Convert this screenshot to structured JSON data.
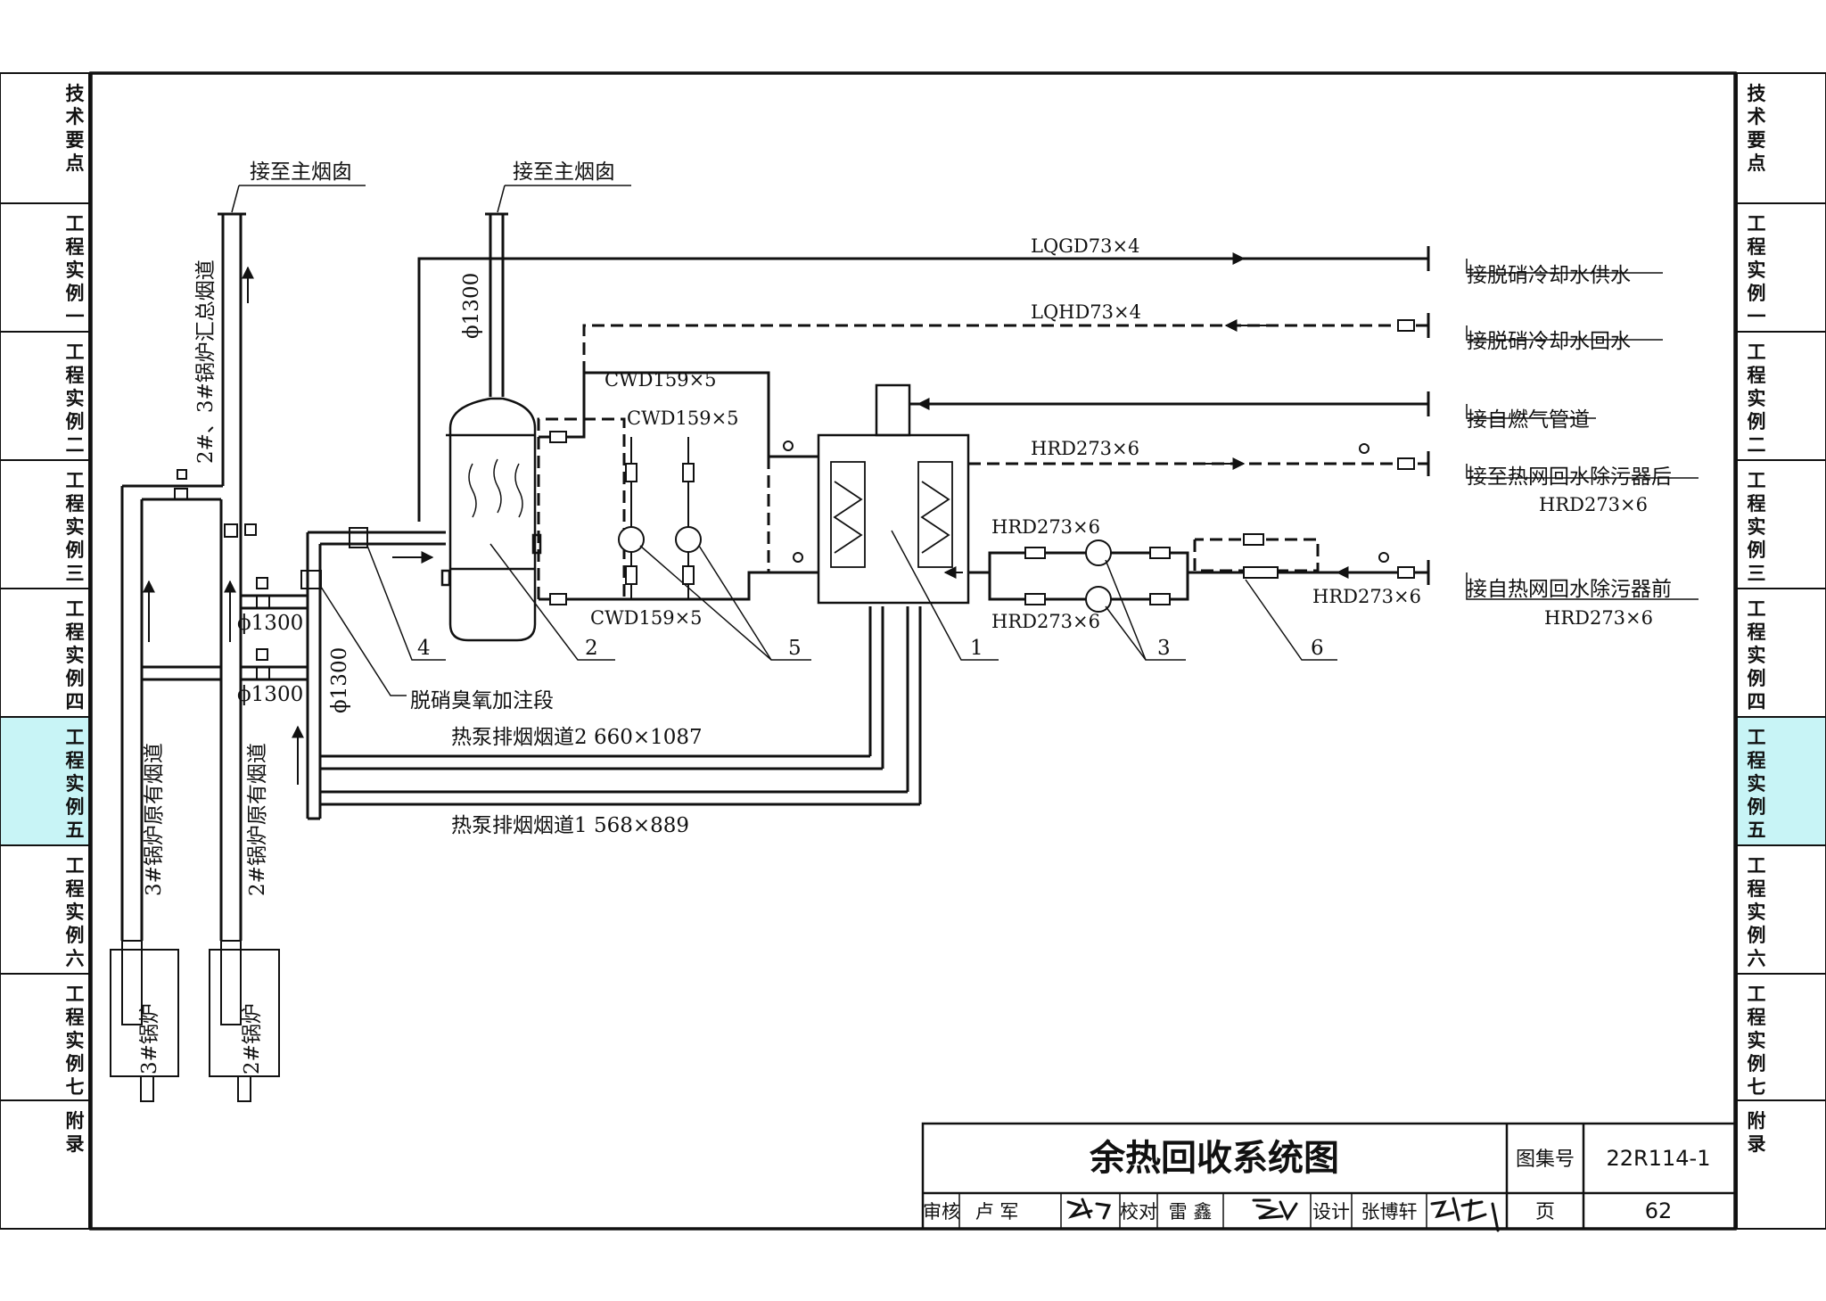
{
  "side_tabs": [
    {
      "label": "技术要点",
      "active": false
    },
    {
      "label": "工程实例一",
      "active": false
    },
    {
      "label": "工程实例二",
      "active": false
    },
    {
      "label": "工程实例三",
      "active": false
    },
    {
      "label": "工程实例四",
      "active": false
    },
    {
      "label": "工程实例五",
      "active": true
    },
    {
      "label": "工程实例六",
      "active": false
    },
    {
      "label": "工程实例七",
      "active": false
    },
    {
      "label": "附录",
      "active": false
    }
  ],
  "colors": {
    "active_tab": "#c8f4f6",
    "line": "#111111"
  },
  "labels": {
    "to_main_chimney_1": "接至主烟囱",
    "to_main_chimney_2": "接至主烟囱",
    "main_flue": "2#、3#锅炉汇总烟道",
    "flue_2_orig": "2#锅炉原有烟道",
    "flue_3_orig": "3#锅炉原有烟道",
    "boiler_2": "2#锅炉",
    "boiler_3": "3#锅炉",
    "dia_main": "ϕ1300",
    "dia_1": "ϕ1300",
    "dia_2": "ϕ1300",
    "dia_vert": "ϕ1300",
    "denox_section": "脱硝臭氧加注段",
    "hp_flue_2": "热泵排烟烟道2   660×1087",
    "hp_flue_1": "热泵排烟烟道1   568×889",
    "lqg": "LQGD73×4",
    "lqh": "LQHD73×4",
    "cw_top": "CWD159×5",
    "cw_mid": "CWD159×5",
    "cw_bottom": "CWD159×5",
    "hr_top": "HRD273×6",
    "hr_pump_top": "HRD273×6",
    "hr_pump_bottom": "HRD273×6",
    "hr_in": "HRD273×6",
    "to_cool_supply": "接脱硝冷却水供水",
    "to_cool_return": "接脱硝冷却水回水",
    "from_gas": "接自燃气管道",
    "to_net_after": "接至热网回水除污器后",
    "to_net_after_spec": "HRD273×6",
    "from_net_before": "接自热网回水除污器前",
    "from_net_before_spec": "HRD273×6",
    "tag_1": "1",
    "tag_2": "2",
    "tag_3": "3",
    "tag_4": "4",
    "tag_5": "5",
    "tag_6": "6"
  },
  "title_block": {
    "title": "余热回收系统图",
    "atlas_label": "图集号",
    "atlas_no": "22R114-1",
    "review_label": "审核",
    "reviewer": "卢 军",
    "check_label": "校对",
    "checker": "雷 鑫",
    "design_label": "设计",
    "designer": "张博轩",
    "page_label": "页",
    "page_no": "62"
  }
}
